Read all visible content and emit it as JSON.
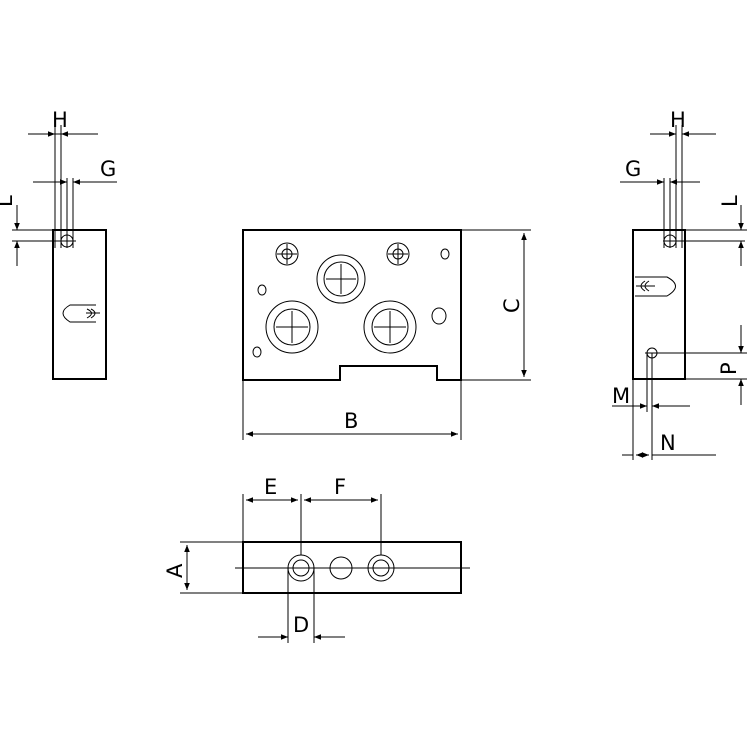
{
  "dimension_labels": {
    "left_view": {
      "h": "H",
      "g": "G",
      "l": "L"
    },
    "front_view": {
      "b": "B",
      "c": "C"
    },
    "right_view": {
      "h": "H",
      "g": "G",
      "l": "L",
      "p": "P",
      "m": "M",
      "n": "N"
    },
    "top_view": {
      "e": "E",
      "f": "F",
      "a": "A",
      "d": "D"
    }
  }
}
